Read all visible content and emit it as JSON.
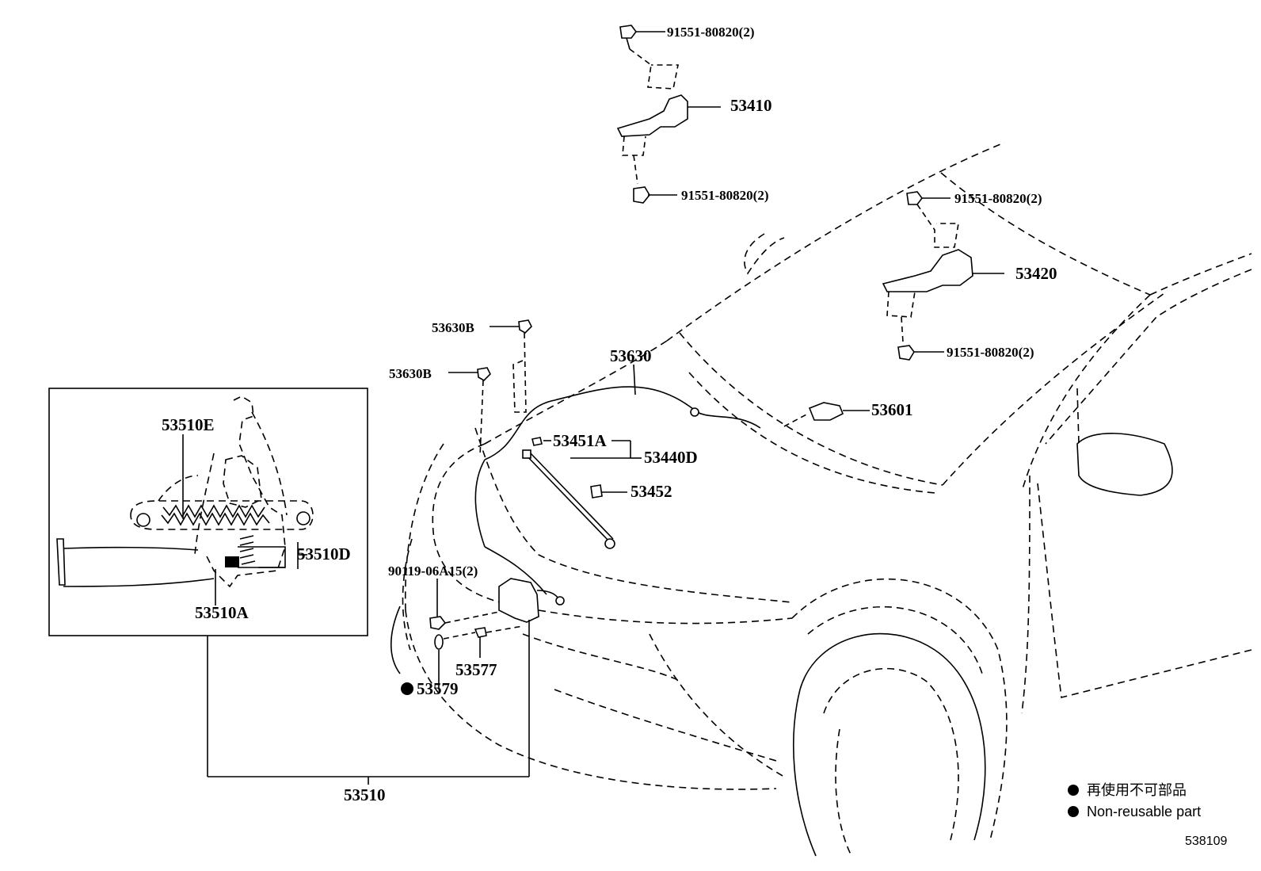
{
  "labels": {
    "bolt_hinge_l_top": "91551-80820(2)",
    "hinge_l": "53410",
    "bolt_hinge_l_bottom": "91551-80820(2)",
    "bolt_hinge_r_top": "91551-80820(2)",
    "hinge_r": "53420",
    "bolt_hinge_r_bottom": "91551-80820(2)",
    "clip_b1": "53630B",
    "clip_b2": "53630B",
    "release_cable": "53630",
    "release_lever": "53601",
    "support_sub": "53451A",
    "support_rod": "53440D",
    "rod_holder": "53452",
    "latch_bolt": "90119-06A15(2)",
    "cushion": "53577",
    "seal": "53579",
    "lock_assy": "53510",
    "spring": "53510E",
    "lever_sub": "53510D",
    "latch_sub": "53510A"
  },
  "legend": {
    "japanese": "再使用不可部品",
    "english": "Non-reusable part"
  },
  "illustration_code": "538109"
}
